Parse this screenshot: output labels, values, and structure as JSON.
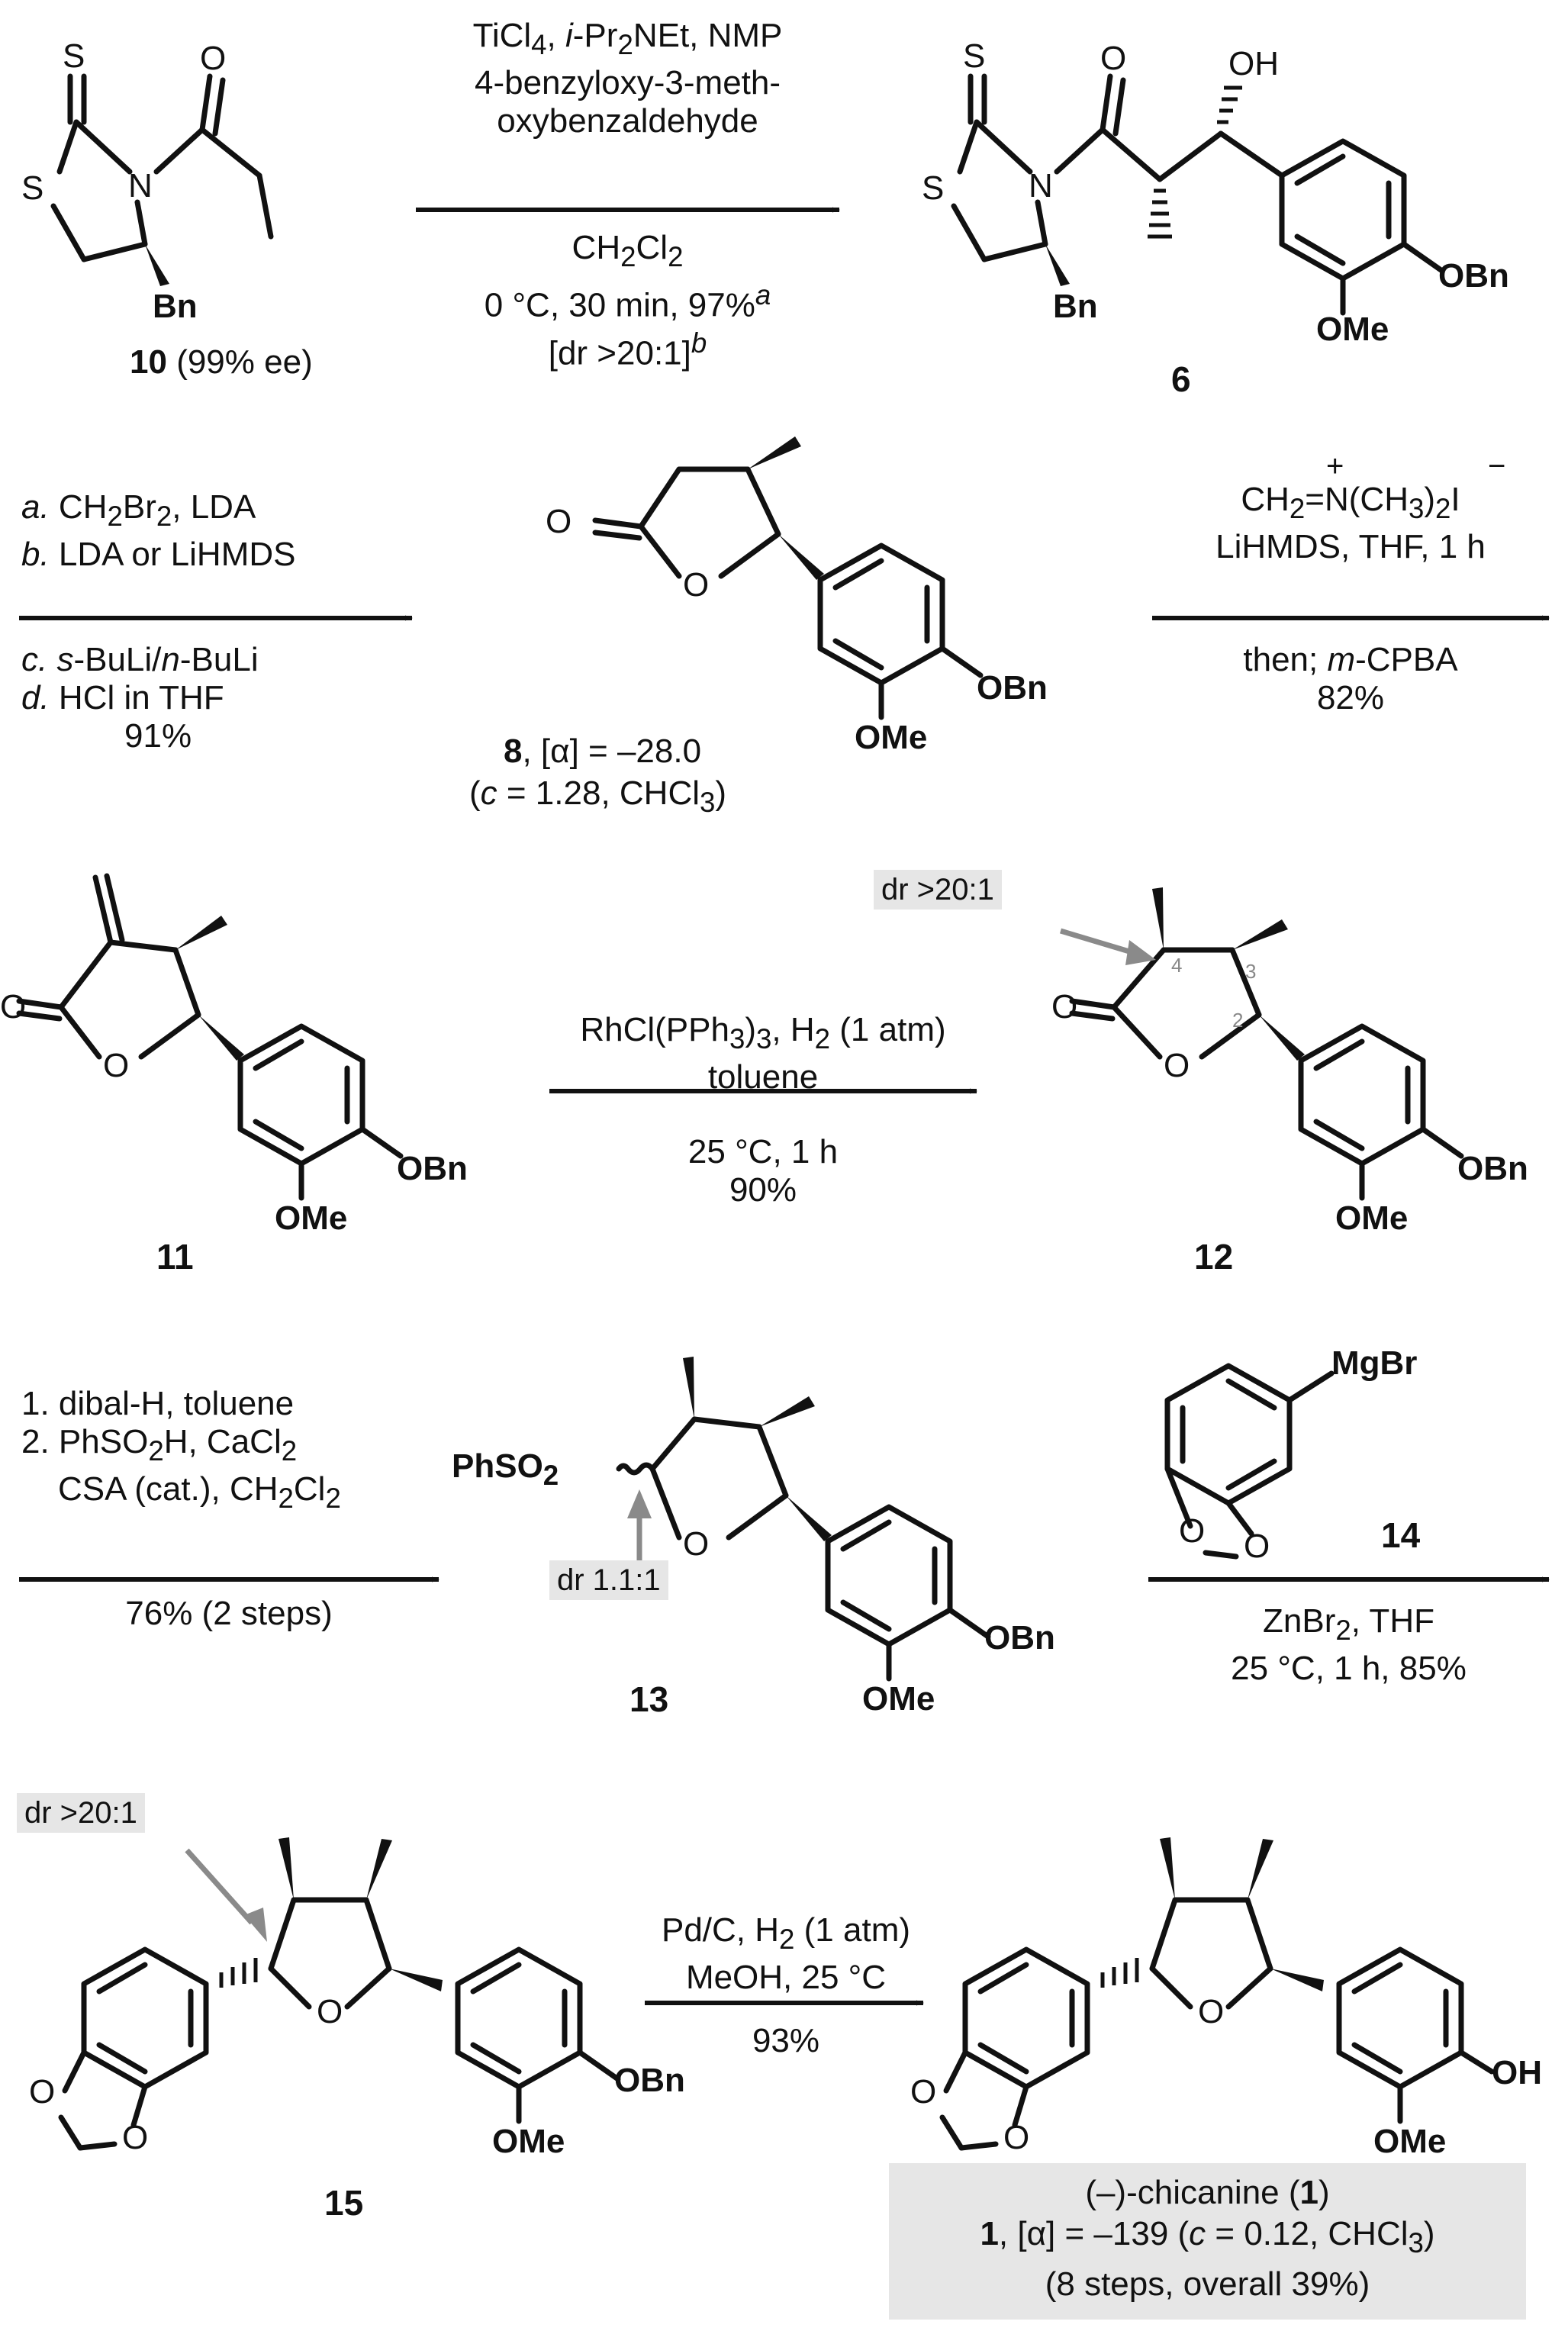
{
  "compounds": {
    "c10": {
      "number": "10",
      "note": "(99% ee)",
      "atoms": [
        "S",
        "S",
        "N",
        "O",
        "Bn"
      ]
    },
    "c6": {
      "number": "6",
      "atoms": [
        "S",
        "S",
        "N",
        "O",
        "OH",
        "Bn",
        "OBn",
        "OMe"
      ]
    },
    "c8": {
      "caption_number": "8",
      "caption_rot": ", [α] = –28.0",
      "caption_cond": "(c = 1.28, CHCl3)",
      "atoms": [
        "O",
        "O",
        "OBn",
        "OMe"
      ]
    },
    "c11": {
      "number": "11",
      "atoms": [
        "O",
        "O",
        "OBn",
        "OMe"
      ]
    },
    "c12": {
      "number": "12",
      "atoms": [
        "O",
        "O",
        "OBn",
        "OMe"
      ],
      "positions": [
        "4",
        "3",
        "2"
      ]
    },
    "c13": {
      "number": "13",
      "atoms": [
        "PhSO2",
        "O",
        "OBn",
        "OMe"
      ]
    },
    "c14": {
      "number": "14",
      "atoms": [
        "MgBr",
        "O",
        "O"
      ]
    },
    "c15": {
      "number": "15",
      "atoms": [
        "O",
        "O",
        "O",
        "OBn",
        "OMe"
      ]
    },
    "c1": {
      "atoms": [
        "O",
        "O",
        "O",
        "OH",
        "OMe"
      ]
    }
  },
  "steps": {
    "s1": {
      "above": [
        "TiCl4, i-Pr2NEt, NMP",
        "4-benzyloxy-3-meth-",
        "oxybenzaldehyde"
      ],
      "below": [
        "CH2Cl2",
        "0 °C, 30 min, 97%a",
        "[dr >20:1]b"
      ]
    },
    "s2": {
      "above": [
        "a. CH2Br2, LDA",
        "b. LDA or LiHMDS"
      ],
      "below": [
        "c. s-BuLi/n-BuLi",
        "d. HCl in THF",
        "91%"
      ]
    },
    "s3": {
      "above_charges": [
        "+",
        "−"
      ],
      "above": [
        "CH2=N(CH3)2I",
        "LiHMDS, THF,  1 h"
      ],
      "below": [
        "then; m-CPBA",
        "82%"
      ]
    },
    "s4": {
      "above": [
        "RhCl(PPh3)3, H2 (1 atm)",
        "toluene"
      ],
      "below": [
        "25 °C, 1 h",
        "90%"
      ]
    },
    "s5": {
      "above": [
        "1. dibal-H, toluene",
        "2. PhSO2H, CaCl2",
        "CSA (cat.), CH2Cl2"
      ],
      "below": [
        "76% (2 steps)"
      ]
    },
    "s6": {
      "below": [
        "ZnBr2, THF",
        "25 °C, 1 h, 85%"
      ]
    },
    "s7": {
      "above": [
        "Pd/C, H2 (1 atm)",
        "MeOH, 25 °C"
      ],
      "below": [
        "93%"
      ]
    }
  },
  "annotations": {
    "dr12": "dr >20:1",
    "dr13": "dr 1.1:1",
    "dr15": "dr >20:1"
  },
  "final": {
    "line1": "(–)-chicanine (1)",
    "line2": "1, [α] = –139 (c = 0.12, CHCl3)",
    "line3": "(8 steps, overall 39%)"
  }
}
